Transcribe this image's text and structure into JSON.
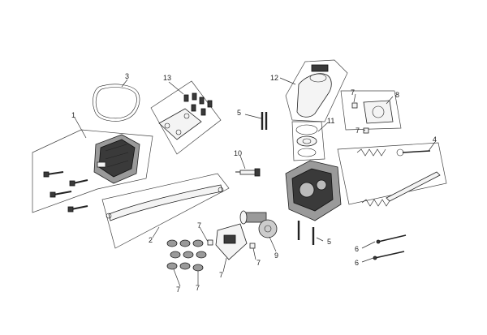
{
  "callouts": {
    "c1": "1",
    "c2": "2",
    "c3": "3",
    "c4": "4",
    "c5a": "5",
    "c5b": "5",
    "c6a": "6",
    "c6b": "6",
    "c7a": "7",
    "c7b": "7",
    "c7c": "7",
    "c7d": "7",
    "c7e": "7",
    "c7f": "7",
    "c7g": "7",
    "c8": "8",
    "c9": "9",
    "c10": "10",
    "c11": "11",
    "c12": "12",
    "c13": "13"
  }
}
